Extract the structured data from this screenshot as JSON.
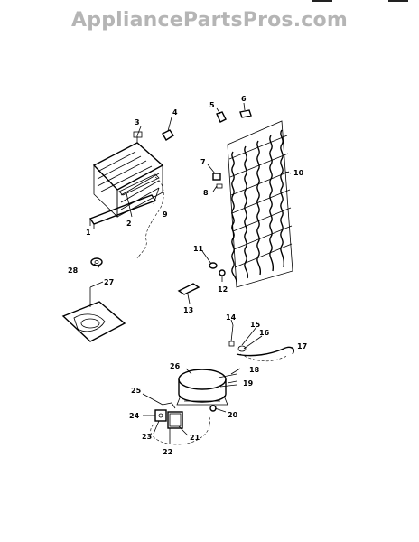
{
  "watermark": "AppliancePartsPros.com",
  "parts": [
    {
      "id": "1",
      "label": "1"
    },
    {
      "id": "2",
      "label": "2"
    },
    {
      "id": "3",
      "label": "3"
    },
    {
      "id": "4",
      "label": "4"
    },
    {
      "id": "5",
      "label": "5"
    },
    {
      "id": "6",
      "label": "6"
    },
    {
      "id": "7",
      "label": "7"
    },
    {
      "id": "8",
      "label": "8"
    },
    {
      "id": "9",
      "label": "9"
    },
    {
      "id": "10",
      "label": "10"
    },
    {
      "id": "11",
      "label": "11"
    },
    {
      "id": "12",
      "label": "12"
    },
    {
      "id": "13",
      "label": "13"
    },
    {
      "id": "14",
      "label": "14"
    },
    {
      "id": "15",
      "label": "15"
    },
    {
      "id": "16",
      "label": "16"
    },
    {
      "id": "17",
      "label": "17"
    },
    {
      "id": "18",
      "label": "18"
    },
    {
      "id": "19",
      "label": "19"
    },
    {
      "id": "20",
      "label": "20"
    },
    {
      "id": "21",
      "label": "21"
    },
    {
      "id": "22",
      "label": "22"
    },
    {
      "id": "23",
      "label": "23"
    },
    {
      "id": "24",
      "label": "24"
    },
    {
      "id": "25",
      "label": "25"
    },
    {
      "id": "26",
      "label": "26"
    },
    {
      "id": "27",
      "label": "27"
    },
    {
      "id": "28",
      "label": "28"
    }
  ]
}
